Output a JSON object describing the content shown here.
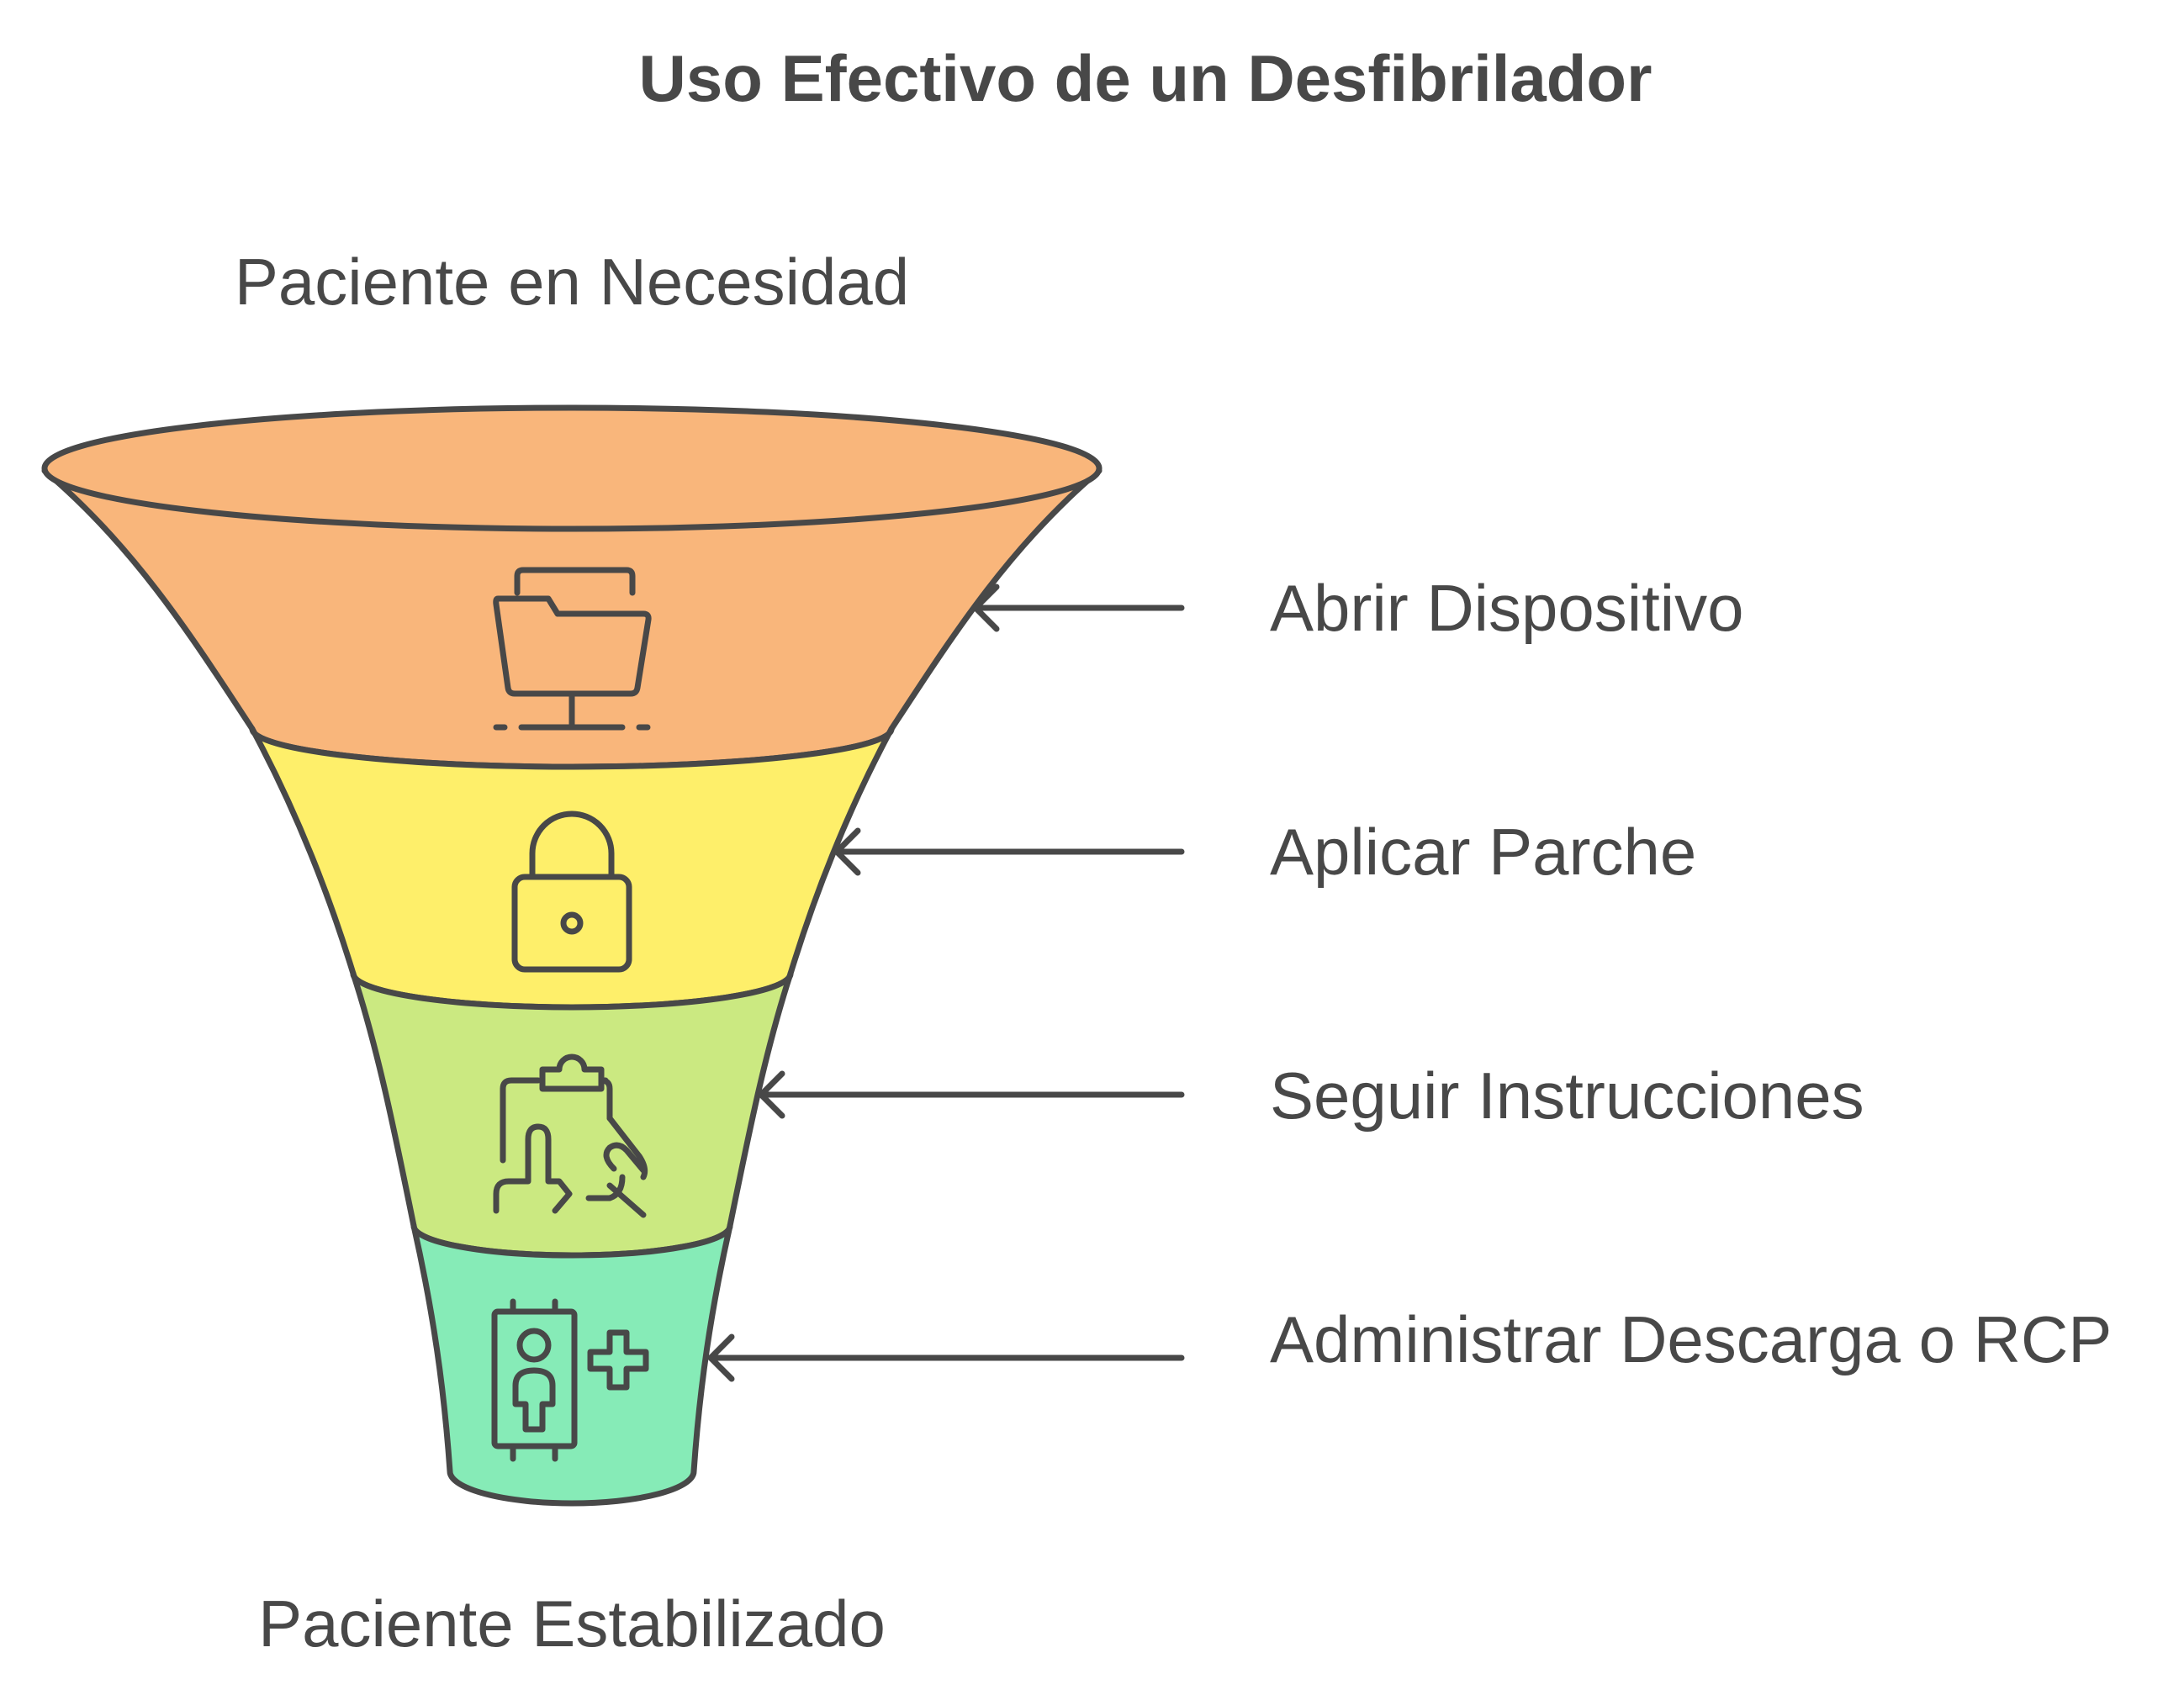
{
  "title": "Uso Efectivo de un Desfibrilador",
  "top_label": "Paciente en Necesidad",
  "bottom_label": "Paciente Estabilizado",
  "stages": [
    {
      "label": "Abrir Dispositivo",
      "icon": "folder-monitor-icon",
      "color": "#F9B67B"
    },
    {
      "label": "Aplicar Parche",
      "icon": "padlock-icon",
      "color": "#FEEF6A"
    },
    {
      "label": "Seguir Instrucciones",
      "icon": "clipboard-hand-icon",
      "color": "#CBE981"
    },
    {
      "label": "Administrar Descarga o RCP",
      "icon": "person-medical-cross-icon",
      "color": "#86EBB7"
    }
  ],
  "colors": {
    "outline": "#484848",
    "text": "#484848",
    "background": "#FFFFFF"
  }
}
